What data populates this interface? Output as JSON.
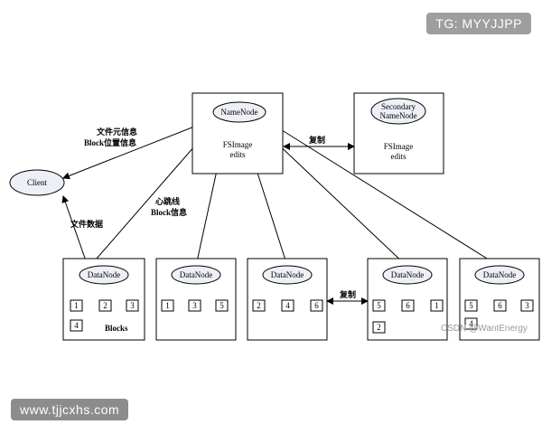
{
  "diagram": {
    "namenode": {
      "label": "NameNode",
      "fsimage": "FSImage",
      "edits": "edits"
    },
    "secondary": {
      "label_line1": "Secondary",
      "label_line2": "NameNode",
      "fsimage": "FSImage",
      "edits": "edits"
    },
    "client": {
      "label": "Client"
    },
    "datanode_label": "DataNode",
    "datanodes": [
      {
        "blocks": [
          "1",
          "2",
          "3",
          "4"
        ],
        "caption": "Blocks"
      },
      {
        "blocks": [
          "1",
          "3",
          "5"
        ],
        "caption": ""
      },
      {
        "blocks": [
          "2",
          "4",
          "6"
        ],
        "caption": ""
      },
      {
        "blocks": [
          "5",
          "6",
          "1",
          "2"
        ],
        "caption": ""
      },
      {
        "blocks": [
          "5",
          "6",
          "3",
          "4"
        ],
        "caption": ""
      }
    ],
    "edge_labels": {
      "client_nn_line1": "文件元信息",
      "client_nn_line2": "Block位置信息",
      "heartbeat_line1": "心跳线",
      "heartbeat_line2": "Block信息",
      "client_dn": "文件数据",
      "nn_secondary": "复制",
      "dn_replicate": "复制"
    }
  },
  "watermarks": {
    "top": "TG: MYYJJPP",
    "bottom": "www.tjjcxhs.com",
    "csdn": "CSDN @WantEnergy"
  }
}
